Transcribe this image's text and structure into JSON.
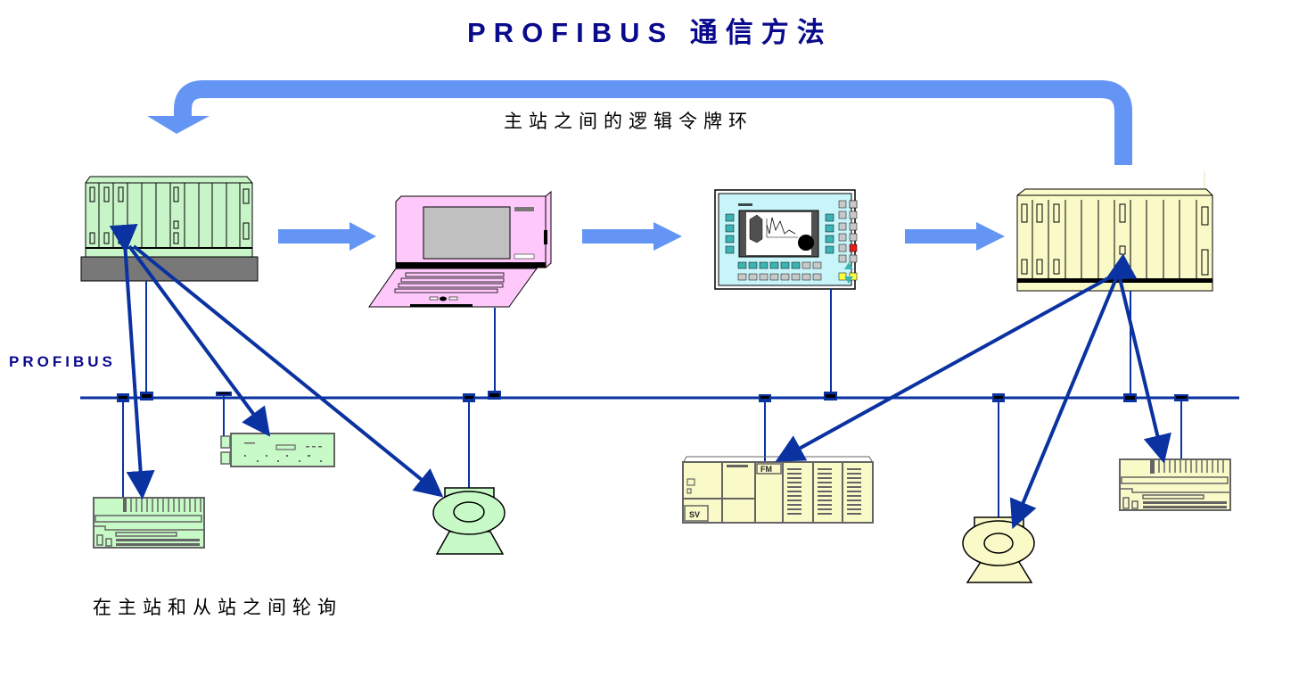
{
  "title": "PROFIBUS 通信方法",
  "token_ring_label": "主站之间的逻辑令牌环",
  "bus_label": "PROFIBUS",
  "polling_label": "在主站和从站之间轮询",
  "colors": {
    "title": "#0a0a8c",
    "bus": "#0a32a0",
    "polling_arrow": "#0a32a0",
    "token_arrow": "#6495f5",
    "master_plc_green": "#c8f5c8",
    "master_plc_yellow": "#fafac8",
    "pg_pink": "#ffc8fa",
    "op_panel": "#c8f5fa",
    "slave_green": "#c8fac8",
    "slave_yellow": "#fafac8",
    "device_outline": "#646464"
  },
  "masters": [
    {
      "id": "master-1",
      "type": "plc-rack",
      "color": "green"
    },
    {
      "id": "master-2",
      "type": "programming-device",
      "color": "pink"
    },
    {
      "id": "master-3",
      "type": "operator-panel",
      "color": "cyan"
    },
    {
      "id": "master-4",
      "type": "plc-rack",
      "color": "yellow"
    }
  ],
  "slaves": [
    {
      "id": "slave-1",
      "type": "compact-io",
      "color": "green",
      "polled_by": "master-1"
    },
    {
      "id": "slave-2",
      "type": "io-module",
      "color": "green",
      "polled_by": "master-1"
    },
    {
      "id": "slave-3",
      "type": "drive-motor",
      "color": "green",
      "polled_by": "master-1"
    },
    {
      "id": "slave-4",
      "type": "s7-station",
      "color": "yellow",
      "polled_by": "master-4",
      "labels": [
        "FM",
        "SV"
      ]
    },
    {
      "id": "slave-5",
      "type": "drive-motor",
      "color": "yellow",
      "polled_by": "master-4"
    },
    {
      "id": "slave-6",
      "type": "compact-io",
      "color": "yellow",
      "polled_by": "master-4"
    }
  ],
  "token_sequence": [
    "master-1",
    "master-2",
    "master-3",
    "master-4",
    "master-1"
  ]
}
